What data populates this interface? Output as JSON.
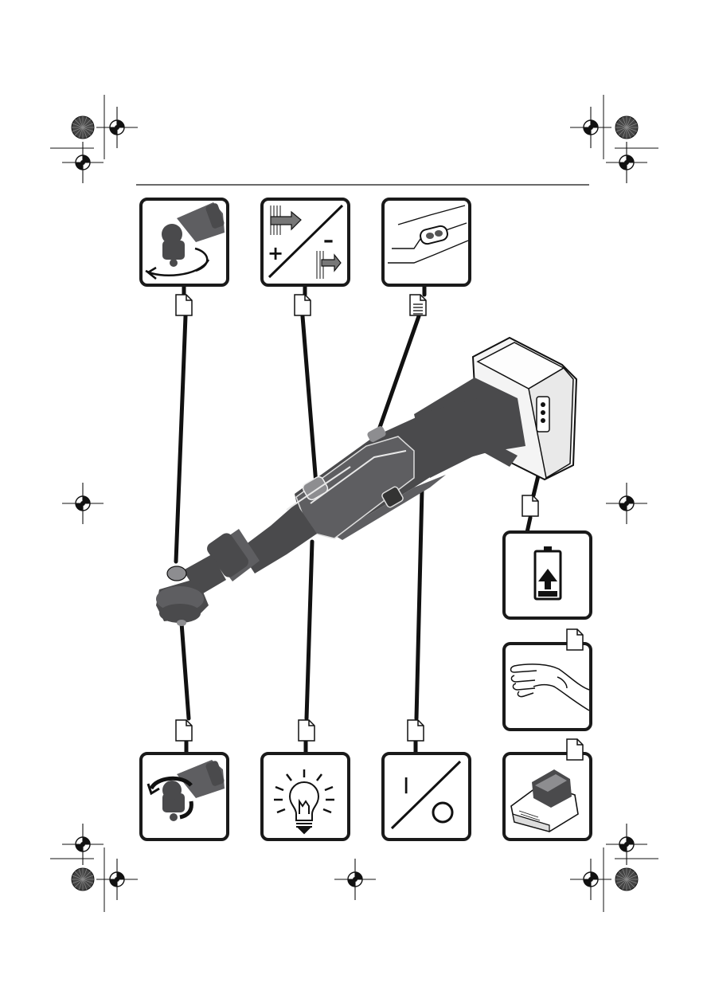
{
  "page": {
    "background": "#ffffff",
    "line_color": "#111111",
    "tool_color": "#4a4a4c",
    "rule_visible": true
  },
  "panels": [
    {
      "id": "chuck-rotate",
      "icon": "chuck-rotation-icon"
    },
    {
      "id": "direction",
      "icon": "screw-direction-icon",
      "plus_label": "+",
      "minus_label": "–"
    },
    {
      "id": "switch",
      "icon": "direction-switch-icon"
    },
    {
      "id": "battery-insert",
      "icon": "battery-insert-icon"
    },
    {
      "id": "hand",
      "icon": "hand-icon"
    },
    {
      "id": "charger",
      "icon": "charger-icon"
    },
    {
      "id": "chuck-turn",
      "icon": "chuck-turn-icon"
    },
    {
      "id": "light",
      "icon": "light-bulb-icon"
    },
    {
      "id": "on-off",
      "icon": "on-off-icon",
      "on_label": "I"
    }
  ],
  "documents": [
    {
      "id": "doc-chuck-rotate",
      "icon": "document-icon"
    },
    {
      "id": "doc-direction",
      "icon": "document-icon"
    },
    {
      "id": "doc-switch",
      "icon": "document-text-icon"
    },
    {
      "id": "doc-battery",
      "icon": "document-icon"
    },
    {
      "id": "doc-hand",
      "icon": "document-icon"
    },
    {
      "id": "doc-charger",
      "icon": "document-icon"
    },
    {
      "id": "doc-chuck-turn",
      "icon": "document-icon"
    },
    {
      "id": "doc-light",
      "icon": "document-icon"
    },
    {
      "id": "doc-on-off",
      "icon": "document-icon"
    }
  ],
  "registration_marks": {
    "icon": "crosshair-icon",
    "color_wheel_icon": "color-wheel-icon"
  }
}
